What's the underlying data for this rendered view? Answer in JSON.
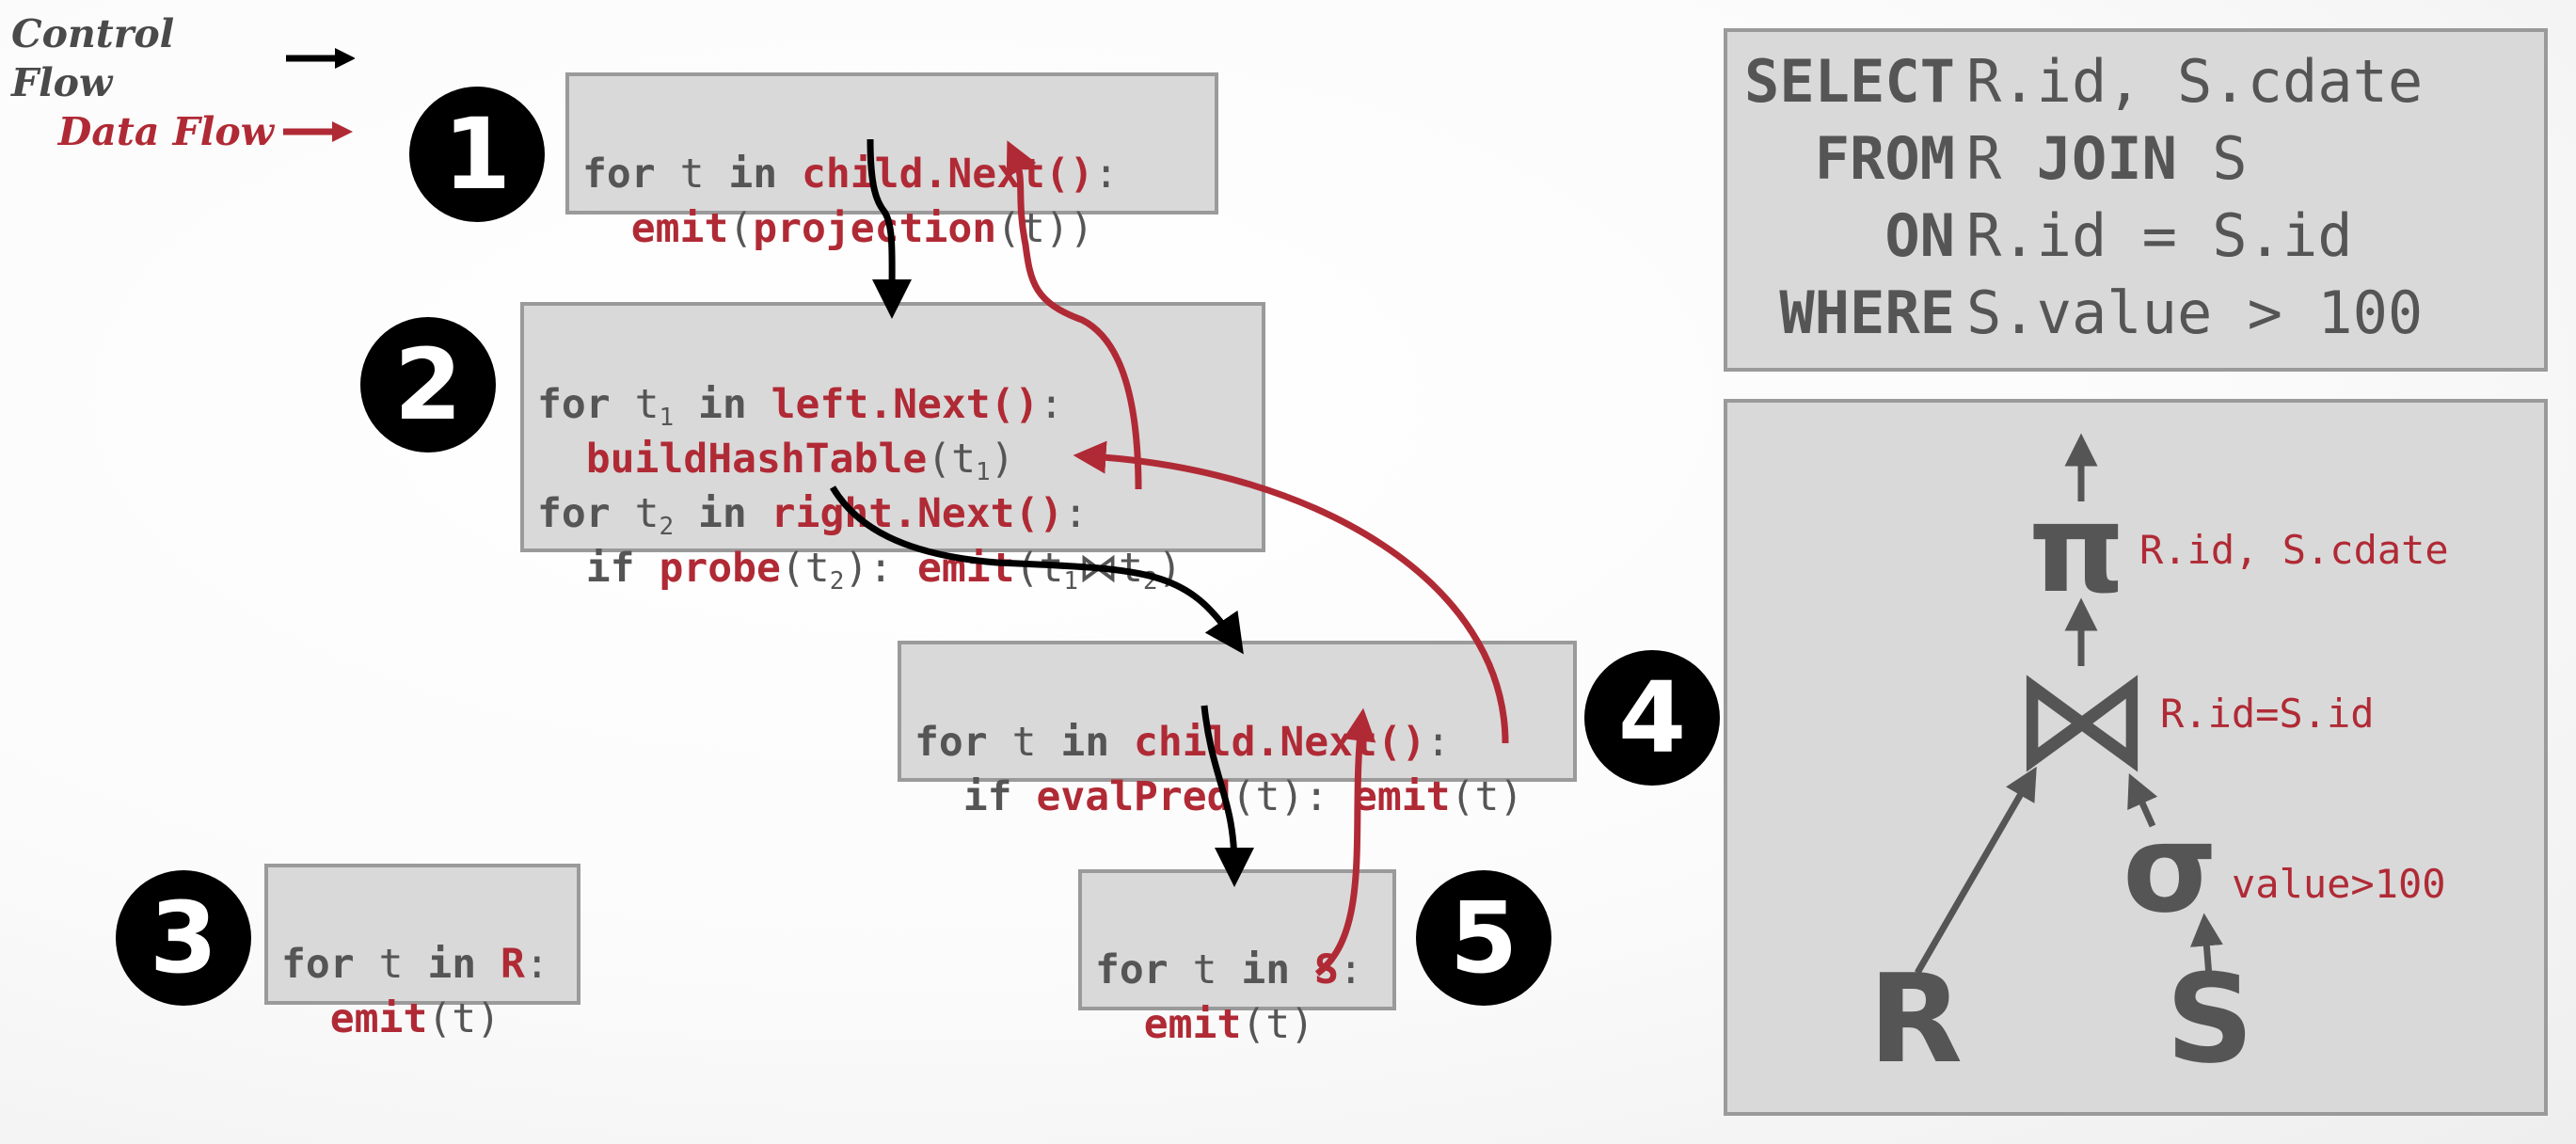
{
  "legend": {
    "control_flow": "Control Flow",
    "data_flow": "Data Flow"
  },
  "badges": [
    "1",
    "2",
    "3",
    "4",
    "5"
  ],
  "op1": {
    "for": "for",
    "var": "t",
    "in": "in",
    "iter": "child.Next()",
    "colon": ":",
    "emit": "emit",
    "lp": "(",
    "fn": "projection",
    "arg": "(t))"
  },
  "op2": {
    "for": "for",
    "t1": "t",
    "sub1": "1",
    "in": "in",
    "iter_left": "left.Next()",
    "colon": ":",
    "build": "buildHashTable",
    "build_arg_open": "(t",
    "build_arg_close": ")",
    "t2": "t",
    "sub2": "2",
    "iter_right": "right.Next()",
    "if": "if",
    "probe": "probe",
    "probe_arg_open": "(t",
    "probe_arg_close": "):",
    "emit": "emit",
    "emit_arg": "(t",
    "join": "⋈",
    "emit_t2": "t",
    "emit_close": ")"
  },
  "op3": {
    "for": "for",
    "var": "t",
    "in": "in",
    "rel": "R",
    "colon": ":",
    "emit": "emit",
    "arg": "(t)"
  },
  "op4": {
    "for": "for",
    "var": "t",
    "in": "in",
    "iter": "child.Next()",
    "colon": ":",
    "if": "if",
    "pred": "evalPred",
    "pred_arg": "(t):",
    "emit": "emit",
    "arg": "(t)"
  },
  "op5": {
    "for": "for",
    "var": "t",
    "in": "in",
    "rel": "S",
    "colon": ":",
    "emit": "emit",
    "arg": "(t)"
  },
  "sql": [
    {
      "kw": "SELECT",
      "text": "R.id, S.cdate"
    },
    {
      "kw": "FROM",
      "text": "R ",
      "kw2": "JOIN",
      "text2": " S"
    },
    {
      "kw": "ON",
      "text": "R.id = S.id"
    },
    {
      "kw": "WHERE",
      "text": "S.value > 100"
    }
  ],
  "tree": {
    "projection_symbol": "π",
    "projection_label": "R.id, S.cdate",
    "join_symbol": "⋈",
    "join_label": "R.id=S.id",
    "select_symbol": "σ",
    "select_label": "value>100",
    "left_relation": "R",
    "right_relation": "S"
  },
  "colors": {
    "control": "#000000",
    "data": "#b02a35",
    "box": "#d9d9d9",
    "border": "#9a9a9a",
    "text": "#555555"
  }
}
